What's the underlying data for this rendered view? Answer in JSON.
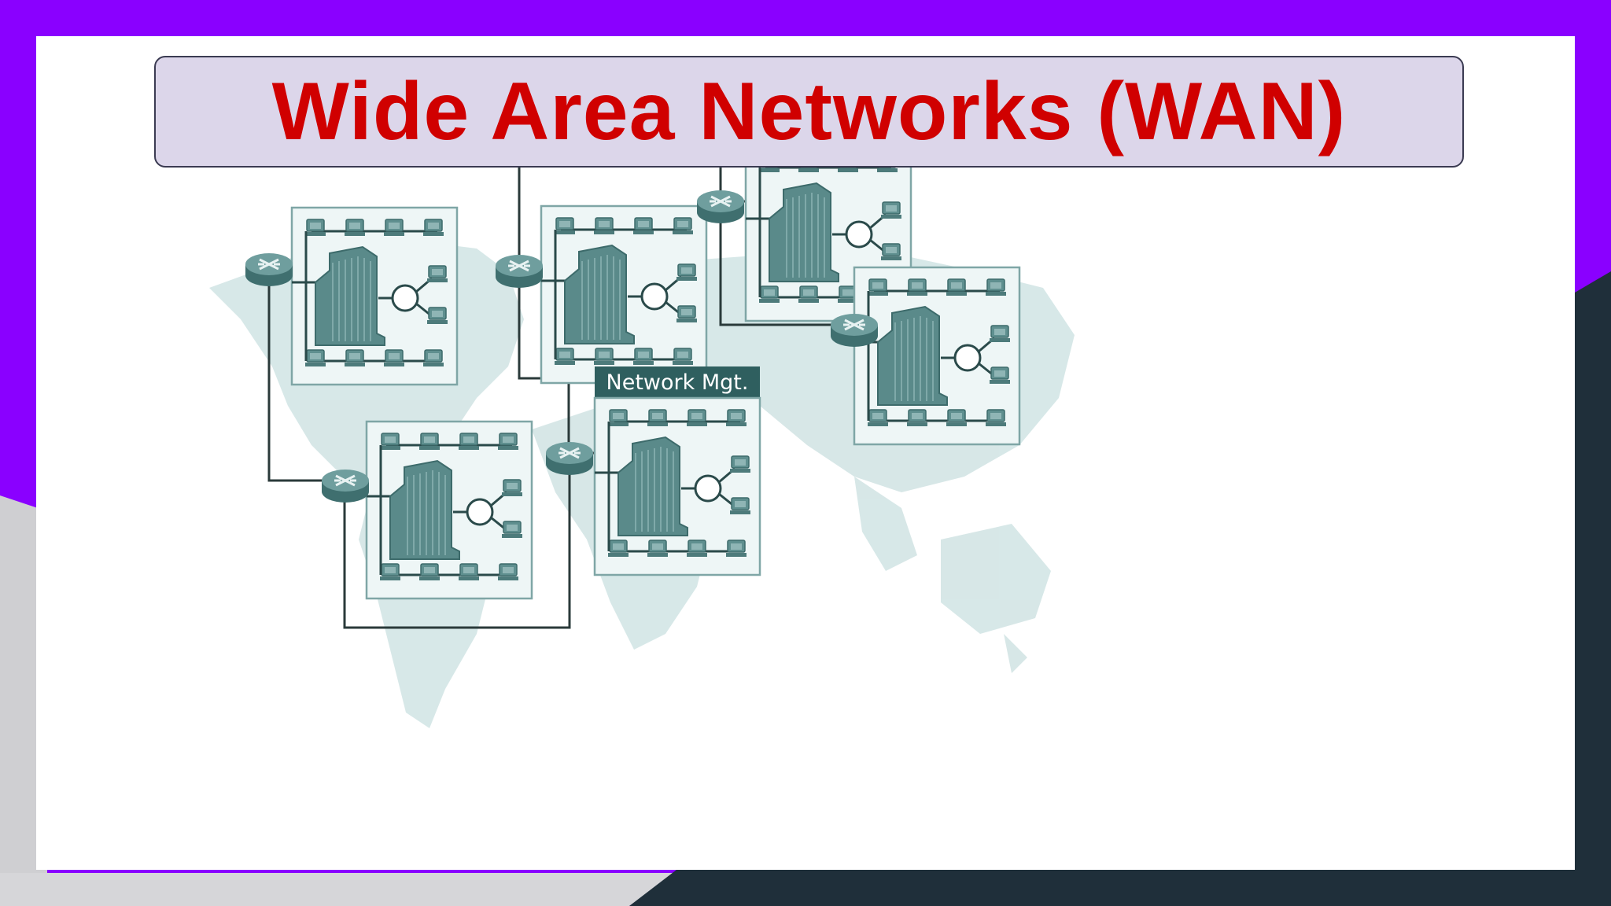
{
  "slide": {
    "title": "Wide Area Networks (WAN)"
  },
  "diagram": {
    "mgt_label": "Network Mgt.",
    "sites": [
      "site-alaska",
      "site-south-america",
      "site-europe",
      "site-asia",
      "site-asia-east",
      "site-africa-mgt"
    ]
  },
  "colors": {
    "background": "#8a00ff",
    "title_text": "#d00000",
    "title_box": "#dcd6ea",
    "dark_corner": "#1f2f3a",
    "device": "#5a8a8a",
    "map": "#cfe2e2"
  }
}
